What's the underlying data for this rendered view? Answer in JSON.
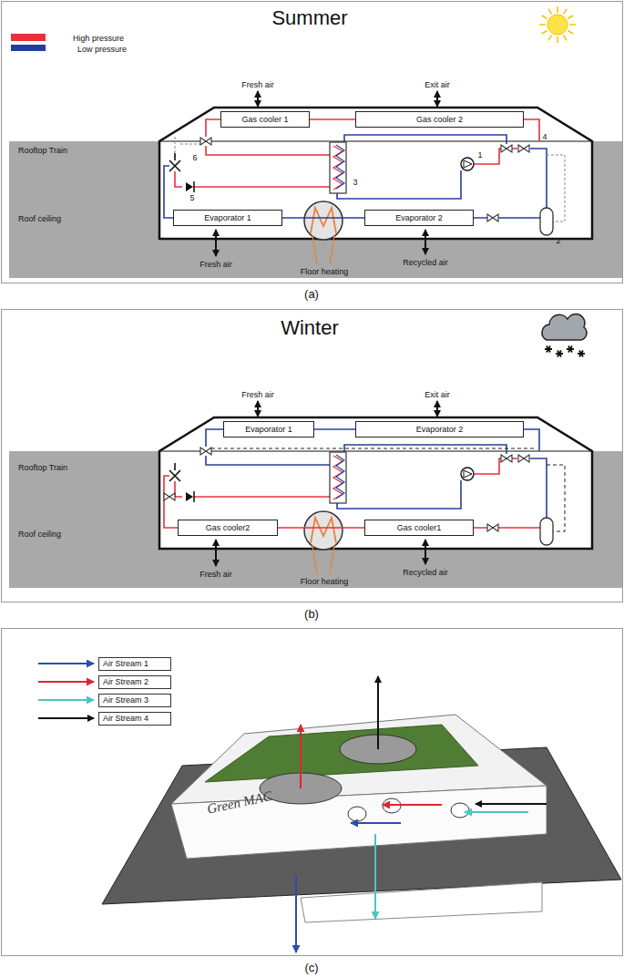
{
  "diagram": {
    "nodes": [
      {
        "text": [
          "Gas cooler 1"
        ]
      },
      {
        "text": [
          "Gas cooler 2"
        ]
      },
      {
        "text": [
          "Evaporator 1"
        ]
      },
      {
        "text": [
          "Evaporator 2"
        ]
      },
      {
        "text": [
          "Evaporator 1"
        ]
      },
      {
        "text": [
          "Evaporator 2"
        ]
      },
      {
        "text": [
          "Gas cooler2"
        ]
      },
      {
        "text": [
          "Gas cooler1"
        ]
      }
    ],
    "edges": [
      {
        "from": 0,
        "to": 1,
        "arrow": "none"
      },
      {
        "from": 2,
        "to": 3,
        "arrow": "none"
      },
      {
        "from": 4,
        "to": 5,
        "arrow": "none"
      },
      {
        "from": 6,
        "to": 7,
        "arrow": "none"
      }
    ],
    "labels": [
      "Summer",
      "Fresh air",
      "Exit air",
      "Rooftop Train",
      "Roof ceiling",
      "1",
      "2",
      "3",
      "4",
      "5",
      "6",
      "Fresh air",
      "Floor heating",
      "Recycled air",
      "(a)",
      "Winter",
      "Fresh air",
      "Exit air",
      "Rooftop Train",
      "Roof ceiling",
      "Fresh air",
      "Floor heating",
      "Recycled air",
      "(b)",
      "Green MAC",
      "(c)"
    ],
    "legend": [
      {
        "text": "High pressure",
        "color": "#e8303a"
      },
      {
        "text": "Low pressure",
        "color": "#1f3f9e"
      },
      {
        "text": "Air Stream 1"
      },
      {
        "text": "Air Stream 2"
      },
      {
        "text": "Air Stream 3"
      },
      {
        "text": "Air Stream 4"
      }
    ]
  }
}
